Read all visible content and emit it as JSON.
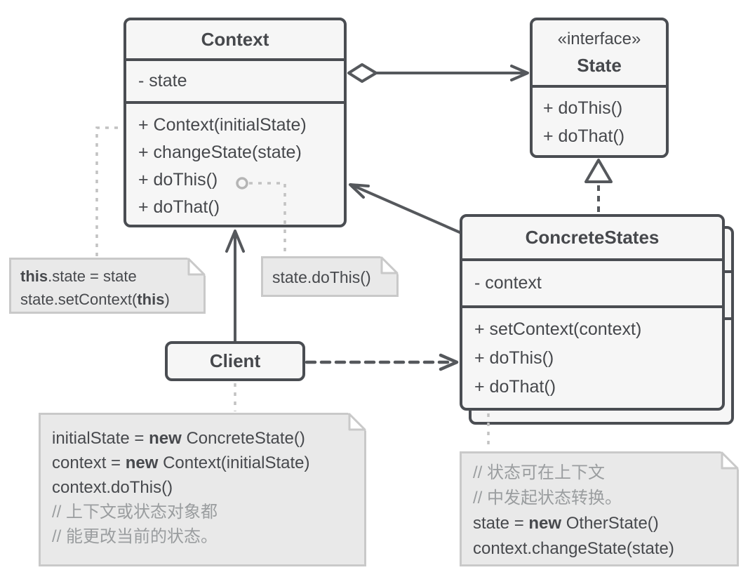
{
  "diagram": {
    "type": "uml-class-diagram",
    "pattern": "State"
  },
  "colors": {
    "border_dark": "#4a4d52",
    "arrow": "#55585c",
    "box_fill": "#f6f6f6",
    "note_fill": "#e9e9e9",
    "note_border": "#c9c9c9",
    "text": "#46484c",
    "muted_text": "#9a9d9f",
    "dash_light": "#c2c2c2"
  },
  "classes": {
    "context": {
      "name": "Context",
      "attributes": [
        "- state"
      ],
      "methods": [
        "+ Context(initialState)",
        "+ changeState(state)",
        "+ doThis()",
        "+ doThat()"
      ]
    },
    "state": {
      "stereotype": "«interface»",
      "name": "State",
      "methods": [
        "+ doThis()",
        "+ doThat()"
      ]
    },
    "concrete_states": {
      "name": "ConcreteStates",
      "attributes": [
        "- context"
      ],
      "methods": [
        "+ setContext(context)",
        "+ doThis()",
        "+ doThat()"
      ]
    },
    "client": {
      "name": "Client"
    }
  },
  "notes": {
    "set_state": {
      "lines": [
        {
          "parts": [
            {
              "t": "this",
              "b": true
            },
            {
              "t": ".state = state"
            }
          ]
        },
        {
          "parts": [
            {
              "t": "state.setContext("
            },
            {
              "t": "this",
              "b": true
            },
            {
              "t": ")"
            }
          ]
        }
      ]
    },
    "do_this": {
      "lines": [
        {
          "parts": [
            {
              "t": "state.doThis()"
            }
          ]
        }
      ]
    },
    "client_usage": {
      "lines": [
        {
          "parts": [
            {
              "t": "initialState = "
            },
            {
              "t": "new",
              "b": true
            },
            {
              "t": " ConcreteState()"
            }
          ]
        },
        {
          "parts": [
            {
              "t": "context = "
            },
            {
              "t": "new",
              "b": true
            },
            {
              "t": " Context(initialState)"
            }
          ]
        },
        {
          "parts": [
            {
              "t": "context.doThis()"
            }
          ]
        },
        {
          "parts": [
            {
              "t": "// 上下文或状态对象都",
              "m": true
            }
          ]
        },
        {
          "parts": [
            {
              "t": "// 能更改当前的状态。",
              "m": true
            }
          ]
        }
      ]
    },
    "state_transition": {
      "lines": [
        {
          "parts": [
            {
              "t": "// 状态可在上下文",
              "m": true
            }
          ]
        },
        {
          "parts": [
            {
              "t": "// 中发起状态转换。",
              "m": true
            }
          ]
        },
        {
          "parts": [
            {
              "t": "state = "
            },
            {
              "t": "new",
              "b": true
            },
            {
              "t": " OtherState()"
            }
          ]
        },
        {
          "parts": [
            {
              "t": "context.changeState(state)"
            }
          ]
        }
      ]
    }
  },
  "relationships": [
    {
      "from": "Context",
      "to": "State",
      "type": "aggregation"
    },
    {
      "from": "ConcreteStates",
      "to": "State",
      "type": "realization"
    },
    {
      "from": "ConcreteStates",
      "to": "Context",
      "type": "association"
    },
    {
      "from": "Client",
      "to": "Context",
      "type": "association"
    },
    {
      "from": "Client",
      "to": "ConcreteStates",
      "type": "dependency"
    }
  ]
}
